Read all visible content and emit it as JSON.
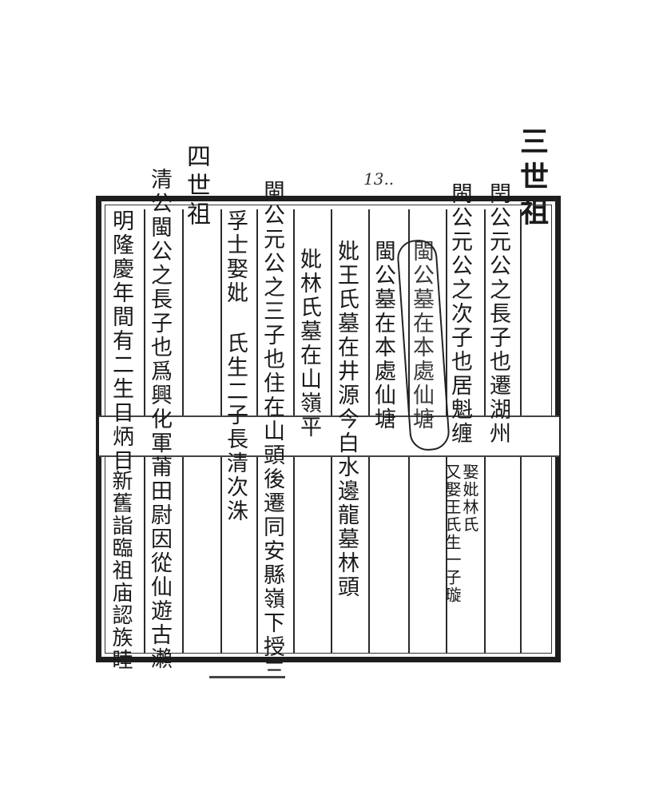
{
  "header": {
    "generation_3": "三世祖",
    "generation_4": "四世祖",
    "page_number": "13.."
  },
  "columns": {
    "c1": "閏公元公之長子也遷湖州",
    "c2": "閩公元公之次子也居魁缠",
    "c3_a": "娶妣林氏",
    "c3_b": "又娶王氏生一子璇",
    "c4": "閩公墓在本處仙塘",
    "c5": "閩公墓在本處仙塘",
    "c6": "妣王氏墓在井源今白水邊龍墓林頭",
    "c7": "妣林氏墓在山嶺平",
    "c8": "閩公元公之三子也住在山頭後遷同安縣嶺下授三",
    "c9": "孚士娶妣",
    "c10": "氏生二子長清次洙",
    "c11": "清公閩公之長子也爲興化軍莆田尉因從仙遊古瀨",
    "c12": "明隆慶年間有二生日炳日",
    "c13": "新舊詣臨祖庙認族睦"
  }
}
